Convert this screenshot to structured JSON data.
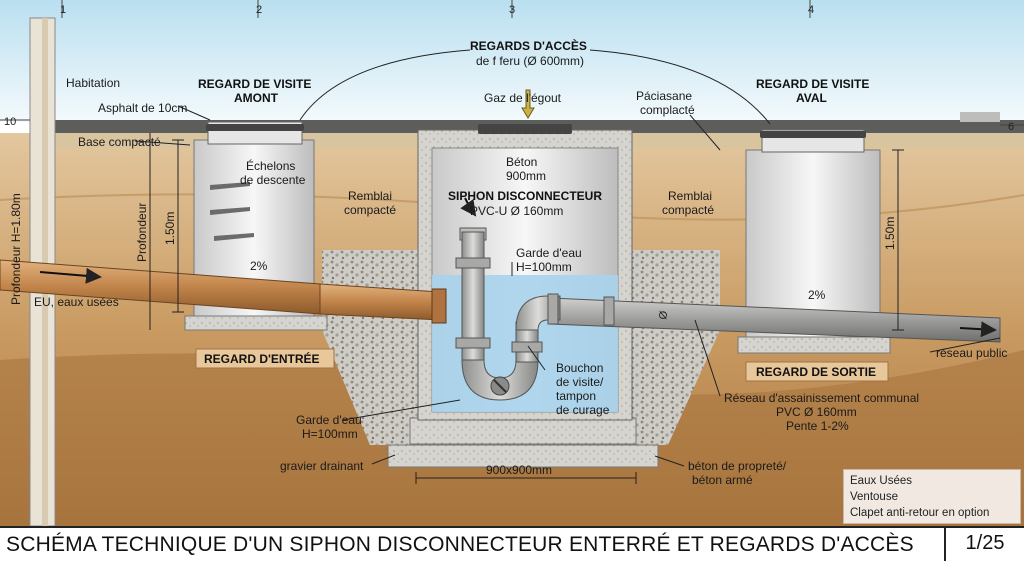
{
  "columns": [
    "1",
    "2",
    "3",
    "4"
  ],
  "levels": {
    "left": "10",
    "right": "6"
  },
  "labels": {
    "habitation": "Habitation",
    "asphalt": "Asphalt de 10cm",
    "base": "Base compacté",
    "profondeur_total": "Profondeur H=1.80m",
    "profondeur": "Profondeur",
    "depth_left": "1.50m",
    "depth_right": "1.50m",
    "echelons": [
      "Échelons",
      "de descente"
    ],
    "slope_left": "2%",
    "slope_right": "2%",
    "eu": "EU, eaux usées",
    "regard_entree": "REGARD D'ENTRÉE",
    "regard_sortie": "REGARD DE SORTIE",
    "regard_amont": [
      "REGARD DE VISITE",
      "AMONT"
    ],
    "regard_aval": [
      "REGARD DE VISITE",
      "AVAL"
    ],
    "regards_acces": "REGARDS D'ACCÈS",
    "regards_acces_sub": "de f feru (Ø 600mm)",
    "gaz": "Gaz de l'égout",
    "paciasane": [
      "Páciasane",
      "complacté"
    ],
    "beton": [
      "Béton",
      "900mm"
    ],
    "siphon": "SIPHON DISCONNECTEUR",
    "siphon_sub": "PVC-U Ø 160mm",
    "remblai_left": [
      "Remblai",
      "compacté"
    ],
    "remblai_right": [
      "Remblai",
      "compacté"
    ],
    "garde_top": [
      "Garde d'eau",
      "H=100mm"
    ],
    "garde_bottom": [
      "Garde d'eau",
      "H=100mm"
    ],
    "bouchon": [
      "Bouchon",
      "de visite/",
      "tampon",
      "de curage"
    ],
    "reseau_public": "réseau public",
    "reseau_communal": [
      "Réseau d'assainissement communal",
      "PVC Ø 160mm",
      "Pente 1-2%"
    ],
    "gravier": "gravier drainant",
    "dim": "900x900mm",
    "beton_proprete": [
      "béton de propreté/",
      "béton armé"
    ],
    "diameter": "Ø"
  },
  "legend": [
    "Eaux Usées",
    "Ventouse",
    "Clapet anti-retour en option"
  ],
  "title": "SCHÉMA TECHNIQUE D'UN SIPHON DISCONNECTEUR ENTERRÉ ET REGARDS D'ACCÈS",
  "page_number": "1/25",
  "colors": {
    "sky": "#dff0f7",
    "soil": "#c79a64",
    "soil_dark": "#b3824c",
    "concrete": "#d4d2cc",
    "pipe": "#9a9a98",
    "water": "#a8d4ee",
    "gravel": "#c9c6c0"
  }
}
